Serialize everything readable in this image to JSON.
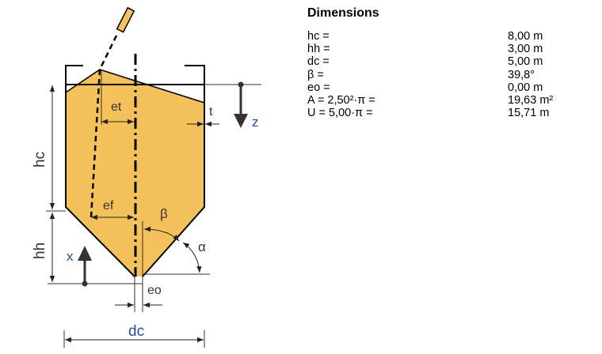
{
  "panel": {
    "title": "Dimensions",
    "rows": [
      {
        "label": "hc =",
        "value": "8,00 m"
      },
      {
        "label": "hh =",
        "value": "3,00 m"
      },
      {
        "label": "dc =",
        "value": "5,00 m"
      },
      {
        "label": "β =",
        "value": "39,8°"
      },
      {
        "label": "eo =",
        "value": "0,00 m"
      },
      {
        "label": "A = 2,50²·π =",
        "value": "19,63 m²"
      },
      {
        "label": "U = 5,00·π =",
        "value": "15,71 m"
      }
    ]
  },
  "diagram": {
    "labels": {
      "hc": "hc",
      "hh": "hh",
      "dc": "dc",
      "et": "et",
      "ef": "ef",
      "eo": "eo",
      "beta": "β",
      "alpha": "α",
      "t": "t",
      "z": "z",
      "x": "x"
    },
    "colors": {
      "fill": "#F5C15A",
      "stroke": "#000000",
      "axis_label": "#1F4E9C",
      "dim_label": "#333333"
    }
  }
}
